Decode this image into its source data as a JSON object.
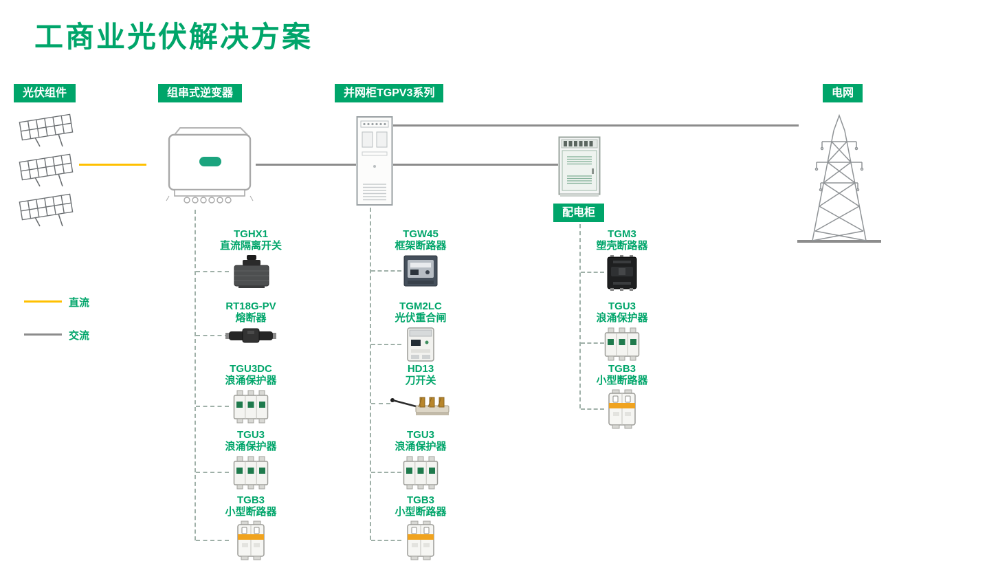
{
  "page": {
    "title": "工商业光伏解决方案"
  },
  "labels": {
    "pv_modules": "光伏组件",
    "string_inverter": "组串式逆变器",
    "grid_cabinet": "并网柜TGPV3系列",
    "grid": "电网",
    "distribution_cabinet": "配电柜"
  },
  "legend": {
    "dc": "直流",
    "ac": "交流"
  },
  "colors": {
    "brand_green": "#00A56A",
    "dc_yellow": "#FFC000",
    "ac_gray": "#8C8C8C"
  },
  "columns": [
    {
      "name": "inverter-components",
      "items": [
        {
          "model": "TGHX1",
          "desc": "直流隔离开关",
          "icon": "dc-isolator-switch"
        },
        {
          "model": "RT18G-PV",
          "desc": "熔断器",
          "icon": "fuse"
        },
        {
          "model": "TGU3DC",
          "desc": "浪涌保护器",
          "icon": "surge-protector"
        },
        {
          "model": "TGU3",
          "desc": "浪涌保护器",
          "icon": "surge-protector"
        },
        {
          "model": "TGB3",
          "desc": "小型断路器",
          "icon": "miniature-circuit-breaker"
        }
      ]
    },
    {
      "name": "grid-cabinet-components",
      "items": [
        {
          "model": "TGW45",
          "desc": "框架断路器",
          "icon": "air-circuit-breaker"
        },
        {
          "model": "TGM2LC",
          "desc": "光伏重合闸",
          "icon": "pv-recloser"
        },
        {
          "model": "HD13",
          "desc": "刀开关",
          "icon": "knife-switch"
        },
        {
          "model": "TGU3",
          "desc": "浪涌保护器",
          "icon": "surge-protector"
        },
        {
          "model": "TGB3",
          "desc": "小型断路器",
          "icon": "miniature-circuit-breaker"
        }
      ]
    },
    {
      "name": "distribution-cabinet-components",
      "items": [
        {
          "model": "TGM3",
          "desc": "塑壳断路器",
          "icon": "molded-case-circuit-breaker"
        },
        {
          "model": "TGU3",
          "desc": "浪涌保护器",
          "icon": "surge-protector"
        },
        {
          "model": "TGB3",
          "desc": "小型断路器",
          "icon": "miniature-circuit-breaker"
        }
      ]
    }
  ]
}
